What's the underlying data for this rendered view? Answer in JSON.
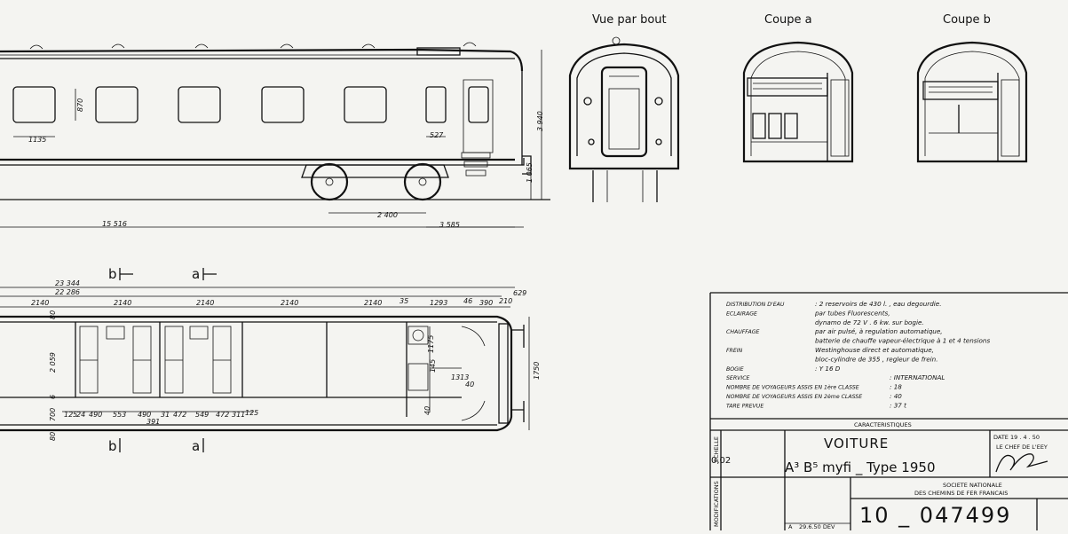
{
  "views": {
    "end_view": "Vue par bout",
    "section_a": "Coupe  a",
    "section_b": "Coupe  b"
  },
  "section_markers": {
    "b": "b",
    "a": "a"
  },
  "side_dims": {
    "window_height": "870",
    "window_width": "1135",
    "door_window": "527",
    "height_total": "3 940",
    "floor_height": "1 065",
    "bogie_wheelbase": "2 400",
    "overall_length": "15 516",
    "bogie_to_end": "3 585"
  },
  "plan_dims": {
    "length_over_buffers": "23 344",
    "length_body": "22 286",
    "compartment": "2140",
    "end_a": "35",
    "end_b": "1293",
    "end_c": "46",
    "end_d": "390",
    "end_e": "210",
    "end_f": "629",
    "seat_w": "2 059",
    "corr_a": "80",
    "corr_b": "6",
    "corr_c": "700",
    "corr_d": "80",
    "wc_a": "1175",
    "wc_b": "1313",
    "wc_c": "40",
    "wc_d": "145",
    "wc_e": "40",
    "width_plan": "1750",
    "bottom_seq": [
      "125",
      "24",
      "490",
      "553",
      "490",
      "31",
      "472",
      "549",
      "472",
      "311",
      "125"
    ],
    "bottom_extra": "391"
  },
  "specs": [
    {
      "label": "DISTRIBUTION  D'EAU",
      "value": ": 2 reservoirs  de  430 l. , eau degourdie."
    },
    {
      "label": "ECLAIRAGE",
      "value": "par tubes Fluorescents,"
    },
    {
      "label": "",
      "value": "dynamo  de  72 V . 6 kw.  sur bogie."
    },
    {
      "label": "CHAUFFAGE",
      "value": "par air pulsé, à  regulation  automatique,"
    },
    {
      "label": "",
      "value": "batterie  de  chauffe  vapeur-électrique  à  1  et 4  tensions"
    },
    {
      "label": "FREIN",
      "value": "Westinghouse  direct  et  automatique,"
    },
    {
      "label": "",
      "value": "bloc-cylindre  de  355 ,  regleur  de  frein."
    },
    {
      "label": "BOGIE",
      "value": ":  Y 16 D"
    },
    {
      "label": "SERVICE",
      "value": ":  INTERNATIONAL"
    },
    {
      "label": "NOMBRE DE VOYAGEURS ASSIS EN 1ère CLASSE",
      "value": ":  18"
    },
    {
      "label": "NOMBRE DE VOYAGEURS ASSIS EN 2ème CLASSE",
      "value": ":  40"
    },
    {
      "label": "TARE  PREVUE",
      "value": ":  37 t"
    }
  ],
  "title_block": {
    "characteristics": "CARACTERISTIQUES",
    "scale_label": "ECHELLE",
    "scale_value": "0,02",
    "modifications_label": "MODIFICATIONS",
    "title": "VOITURE",
    "subtitle": "A³ B⁵ myfi _ Type 1950",
    "date": "DATE  19 . 4 . 50",
    "chef": "LE CHEF DE L'EEY",
    "company_line1": "SOCIETE  NATIONALE",
    "company_line2": "DES CHEMINS DE FER FRANCAIS",
    "revision_letter": "A",
    "revision_text": "29.6.50  DEV",
    "drawing_number": "10 _ 047499"
  }
}
